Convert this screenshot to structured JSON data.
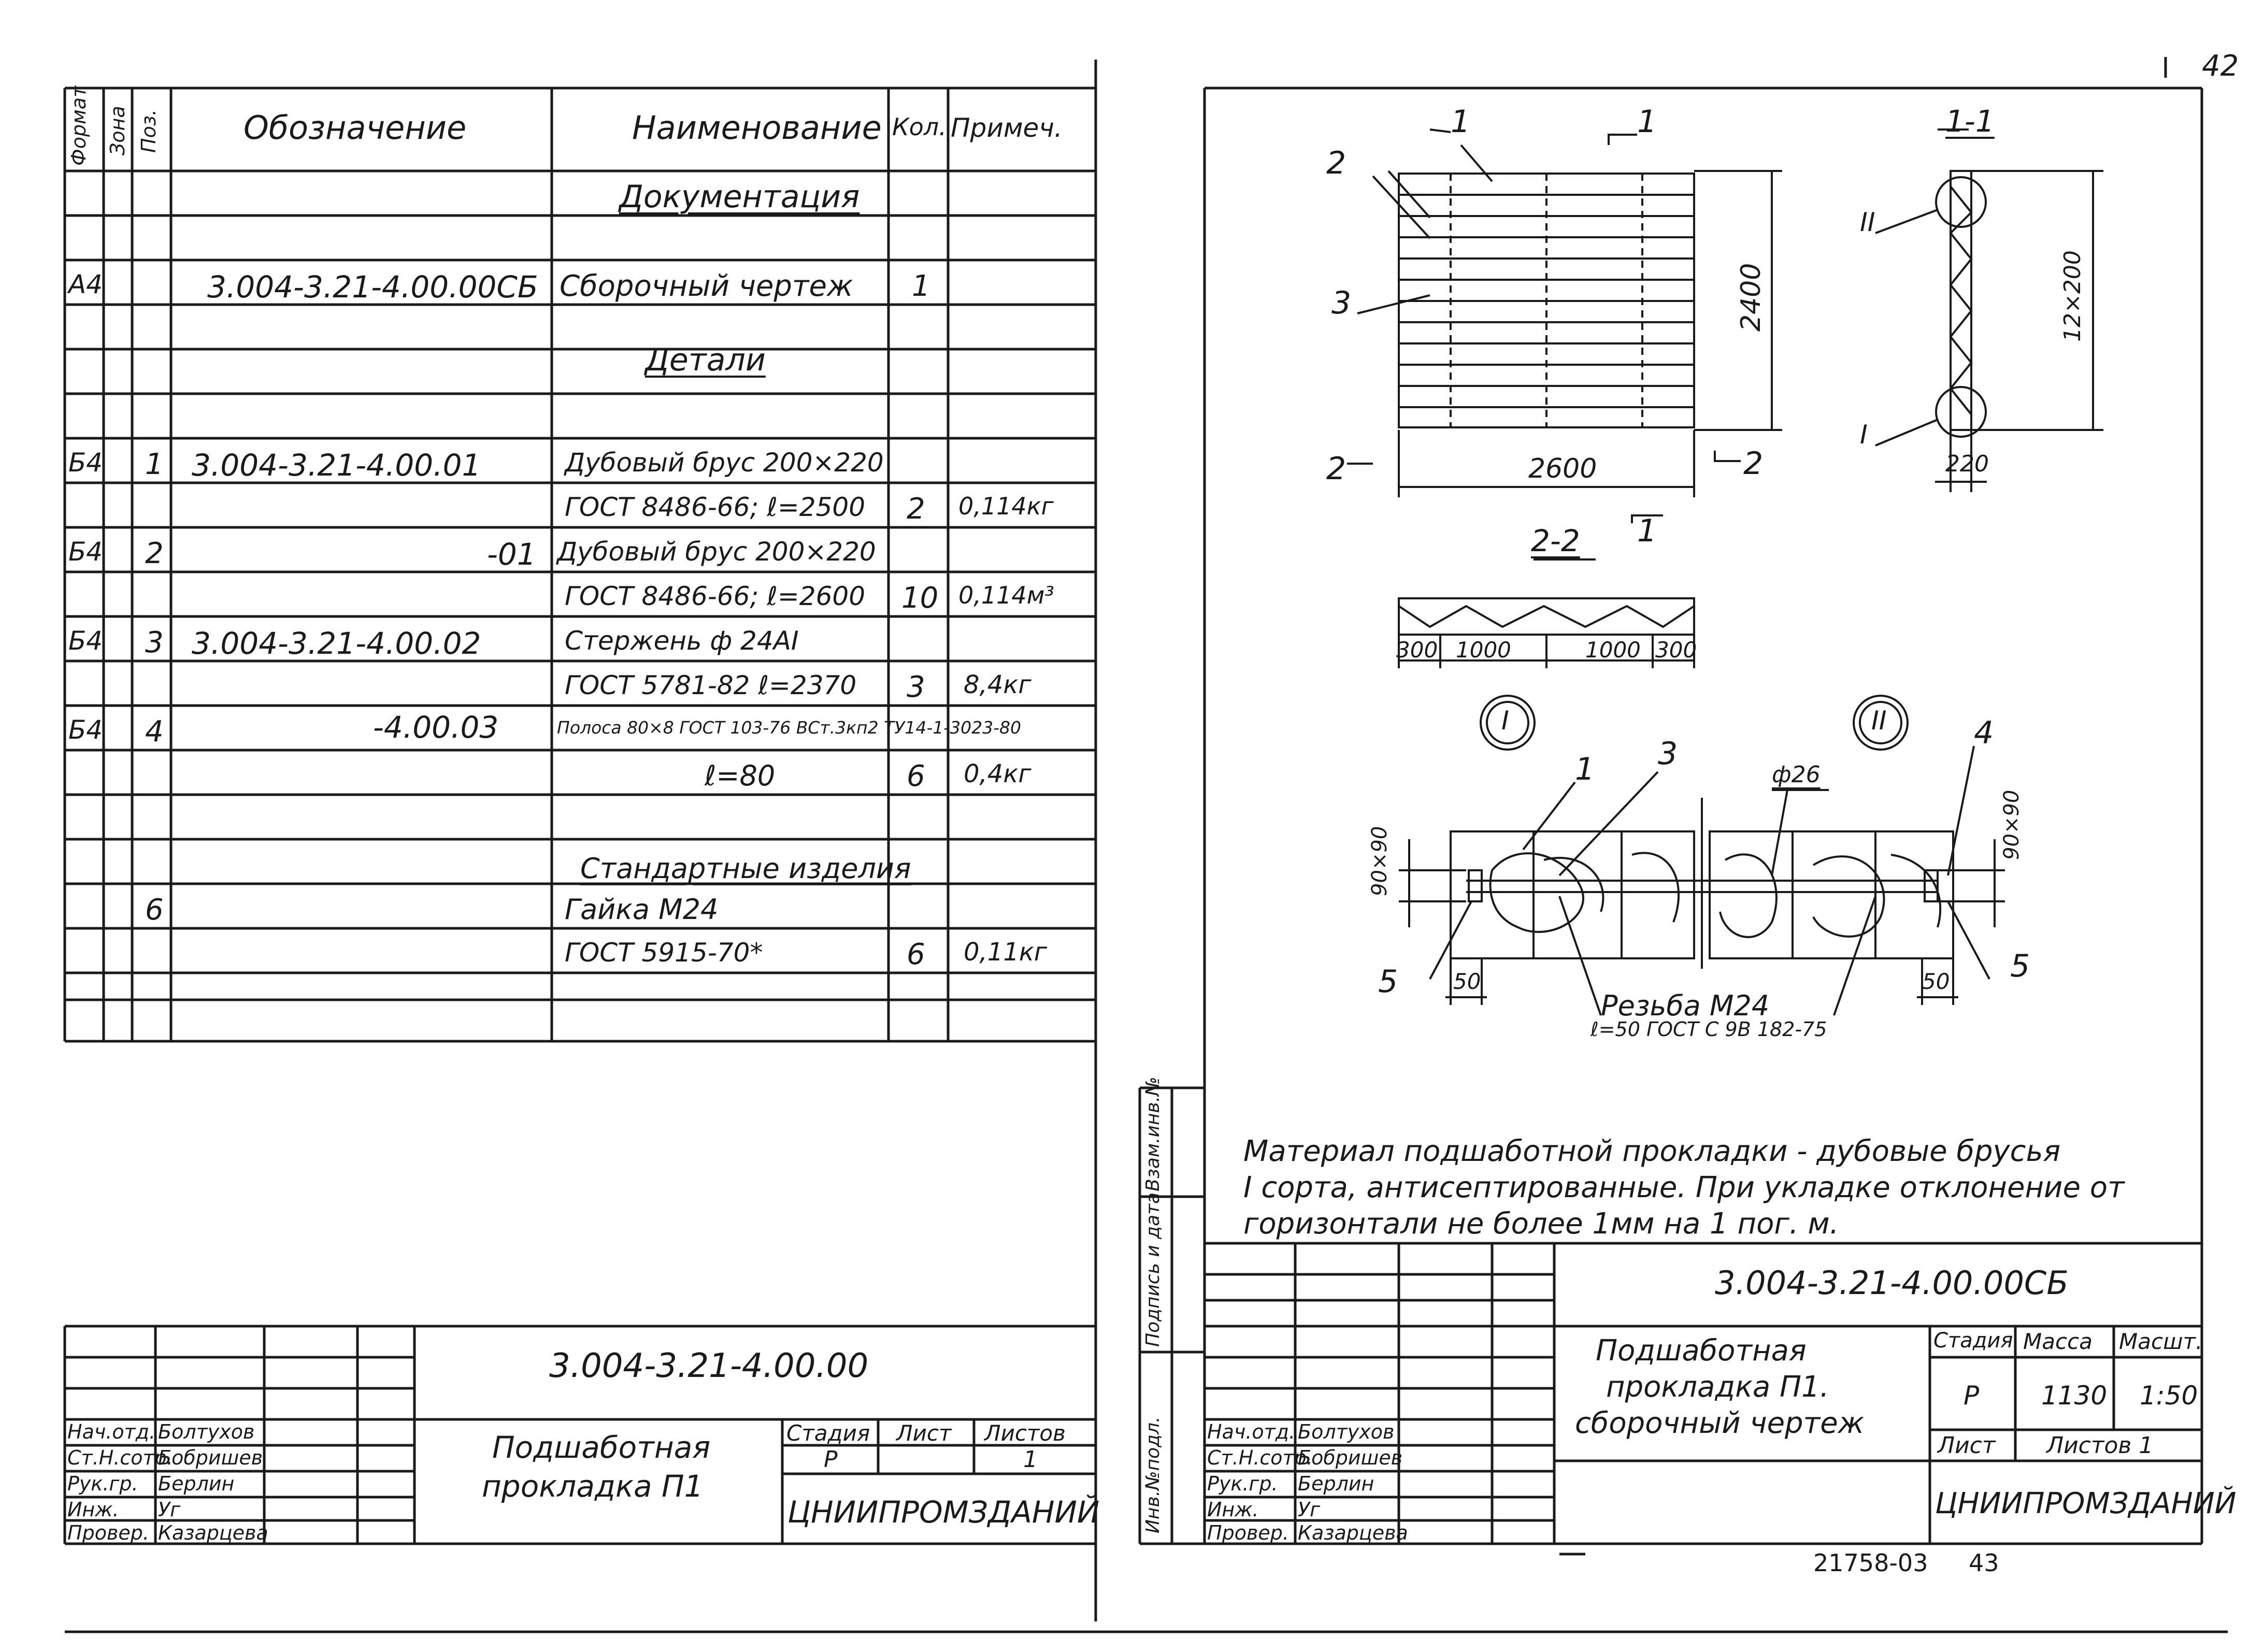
{
  "page_number": "42",
  "spec": {
    "headers": {
      "format": "Формат",
      "zone": "Зона",
      "pos": "Поз.",
      "designation": "Обозначение",
      "name": "Наименование",
      "qty": "Кол.",
      "note": "Примеч."
    },
    "rows": [
      {
        "format": "",
        "pos": "",
        "designation": "",
        "name": "Документация",
        "qty": "",
        "note": "",
        "heading": true
      },
      {
        "format": "",
        "pos": "",
        "designation": "",
        "name": "",
        "qty": "",
        "note": ""
      },
      {
        "format": "А4",
        "pos": "",
        "designation": "3.004-3.21-4.00.00СБ",
        "name": "Сборочный чертеж",
        "qty": "1",
        "note": ""
      },
      {
        "format": "",
        "pos": "",
        "designation": "",
        "name": "",
        "qty": "",
        "note": ""
      },
      {
        "format": "",
        "pos": "",
        "designation": "",
        "name": "Детали",
        "qty": "",
        "note": "",
        "heading": true
      },
      {
        "format": "",
        "pos": "",
        "designation": "",
        "name": "",
        "qty": "",
        "note": ""
      },
      {
        "format": "Б4",
        "pos": "1",
        "designation": "3.004-3.21-4.00.01",
        "name": "Дубовый брус 200×220",
        "qty": "",
        "note": ""
      },
      {
        "format": "",
        "pos": "",
        "designation": "",
        "name": "ГОСТ 8486-66; ℓ=2500",
        "qty": "2",
        "note": "0,114кг"
      },
      {
        "format": "Б4",
        "pos": "2",
        "designation": "-01",
        "name": "Дубовый брус 200×220",
        "qty": "",
        "note": ""
      },
      {
        "format": "",
        "pos": "",
        "designation": "",
        "name": "ГОСТ 8486-66; ℓ=2600",
        "qty": "10",
        "note": "0,114м³"
      },
      {
        "format": "Б4",
        "pos": "3",
        "designation": "3.004-3.21-4.00.02",
        "name": "Стержень ф 24АI",
        "qty": "",
        "note": ""
      },
      {
        "format": "",
        "pos": "",
        "designation": "",
        "name": "ГОСТ 5781-82 ℓ=2370",
        "qty": "3",
        "note": "8,4кг"
      },
      {
        "format": "Б4",
        "pos": "4",
        "designation": "-4.00.03",
        "name": "Полоса 80×8 ГОСТ 103-76 ВСт.3кп2 ТУ14-1-3023-80",
        "qty": "",
        "note": ""
      },
      {
        "format": "",
        "pos": "",
        "designation": "",
        "name": "ℓ=80",
        "qty": "6",
        "note": "0,4кг"
      },
      {
        "format": "",
        "pos": "",
        "designation": "",
        "name": "",
        "qty": "",
        "note": ""
      },
      {
        "format": "",
        "pos": "",
        "designation": "",
        "name": "Стандартные изделия",
        "qty": "",
        "note": "",
        "heading": true
      },
      {
        "format": "",
        "pos": "6",
        "designation": "",
        "name": "Гайка М24",
        "qty": "",
        "note": ""
      },
      {
        "format": "",
        "pos": "",
        "designation": "",
        "name": "ГОСТ 5915-70*",
        "qty": "6",
        "note": "0,11кг"
      }
    ]
  },
  "left_title": {
    "code": "3.004-3.21-4.00.00",
    "name_line1": "Подшаботная",
    "name_line2": "прокладка П1",
    "stage_h": "Стадия",
    "sheet_h": "Лист",
    "sheets_h": "Листов",
    "stage": "Р",
    "sheets": "1",
    "org": "ЦНИИПРОМЗДАНИЙ",
    "people": [
      {
        "role": "Нач.отд.",
        "name": "Болтухов"
      },
      {
        "role": "Ст.Н.сотр.",
        "name": "Бобришев"
      },
      {
        "role": "Рук.гр.",
        "name": "Берлин"
      },
      {
        "role": "Инж.",
        "name": "Уг"
      },
      {
        "role": "Провер.",
        "name": "Казарцева"
      }
    ]
  },
  "right": {
    "drawing_labels": {
      "l1": "1",
      "l2": "2",
      "l3": "3",
      "l4": "4",
      "l5": "5",
      "cut11": "1-1",
      "cut22": "2-2",
      "dim2400": "2400",
      "dim2600": "2600",
      "dim12x200": "12×200",
      "dim220": "220",
      "dim300a": "300",
      "dim1000a": "1000",
      "dim1000b": "1000",
      "dim300b": "300",
      "node1": "I",
      "node2": "II",
      "sec1": "1",
      "sec2": "2",
      "d90a": "90×90",
      "d90b": "90×90",
      "phi": "ф26",
      "d50a": "50",
      "d50b": "50",
      "thread1": "Резьба М24",
      "thread2": "ℓ=50 ГОСТ С 9В 182-75"
    },
    "note_line1": "Материал подшаботной прокладки - дубовые брусья",
    "note_line2": "I сорта, антисептированные. При укладке отклонение от",
    "note_line3": "горизонтали не более 1мм на 1 пог. м.",
    "side_labels": [
      "Инв.№подл.",
      "Подпись и дата",
      "Взам.инв.№"
    ],
    "title_code": "3.004-3.21-4.00.00СБ",
    "title_line1": "Подшаботная",
    "title_line2": "прокладка П1.",
    "title_line3": "сборочный чертеж",
    "stage_h": "Стадия",
    "mass_h": "Масса",
    "scale_h": "Масшт.",
    "stage": "Р",
    "mass": "1130",
    "scale": "1:50",
    "sheet_h": "Лист",
    "sheets_h": "Листов 1",
    "org": "ЦНИИПРОМЗДАНИЙ",
    "people": [
      {
        "role": "Нач.отд.",
        "name": "Болтухов"
      },
      {
        "role": "Ст.Н.сотр.",
        "name": "Бобришев"
      },
      {
        "role": "Рук.гр.",
        "name": "Берлин"
      },
      {
        "role": "Инж.",
        "name": "Уг"
      },
      {
        "role": "Провер.",
        "name": "Казарцева"
      }
    ],
    "stamp": "21758-03",
    "stamp_page": "43"
  }
}
